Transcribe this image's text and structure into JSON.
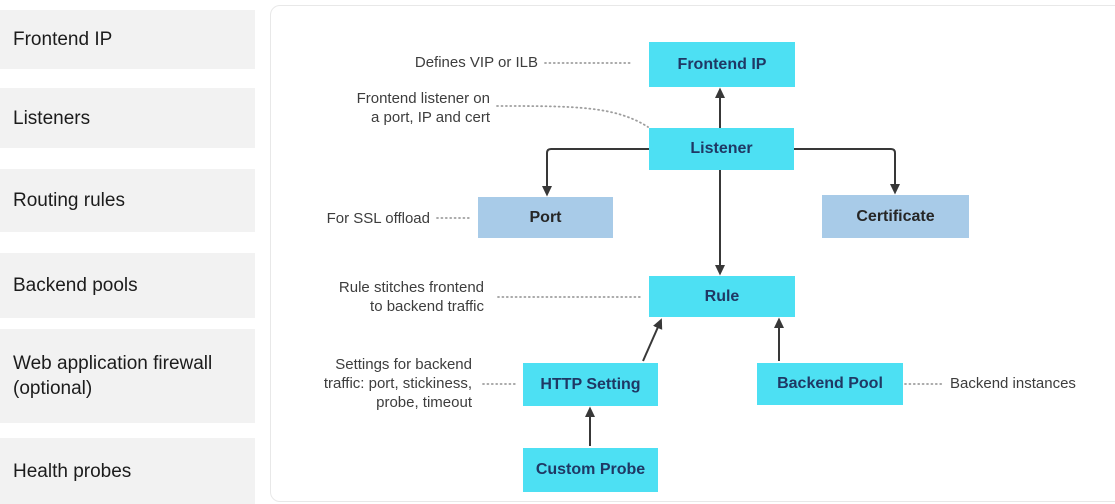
{
  "sidebar": {
    "items": [
      {
        "label": "Frontend IP"
      },
      {
        "label": "Listeners"
      },
      {
        "label": "Routing rules"
      },
      {
        "label": "Backend pools"
      },
      {
        "label": "Web application firewall (optional)"
      },
      {
        "label": "Health probes"
      }
    ]
  },
  "diagram": {
    "nodes": {
      "frontend_ip": "Frontend IP",
      "listener": "Listener",
      "port": "Port",
      "certificate": "Certificate",
      "rule": "Rule",
      "http_setting": "HTTP Setting",
      "backend_pool": "Backend Pool",
      "custom_probe": "Custom Probe"
    },
    "annotations": {
      "defines_vip": "Defines VIP or ILB",
      "frontend_listener": [
        "Frontend listener on",
        "a port, IP and cert"
      ],
      "ssl_offload": "For SSL offload",
      "rule_stitches": [
        "Rule stitches frontend",
        "to backend traffic"
      ],
      "backend_settings": [
        "Settings for backend",
        "traffic: port, stickiness,",
        "probe, timeout"
      ],
      "backend_instances": "Backend instances"
    },
    "colors": {
      "primary_node_fill": "#4DE0F3",
      "secondary_node_fill": "#A8CBE8",
      "node_text": "#1F3864",
      "sidebar_fill": "#F2F2F2",
      "connector": "#383838",
      "dotted_line": "#9E9E9E"
    }
  }
}
